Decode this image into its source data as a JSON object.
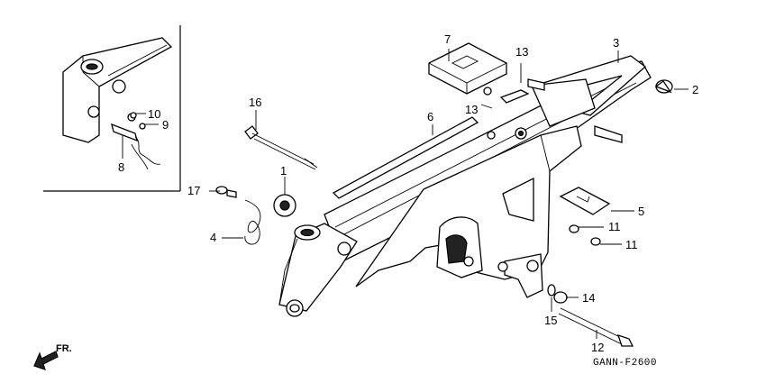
{
  "diagram_code": "GANN-F2600",
  "direction_label": "FR.",
  "callouts": {
    "c1": "1",
    "c2": "2",
    "c3": "3",
    "c4": "4",
    "c5": "5",
    "c6": "6",
    "c7": "7",
    "c8": "8",
    "c9": "9",
    "c10": "10",
    "c11a": "11",
    "c11b": "11",
    "c12": "12",
    "c13a": "13",
    "c13b": "13",
    "c14": "14",
    "c15": "15",
    "c16": "16",
    "c17": "17"
  }
}
